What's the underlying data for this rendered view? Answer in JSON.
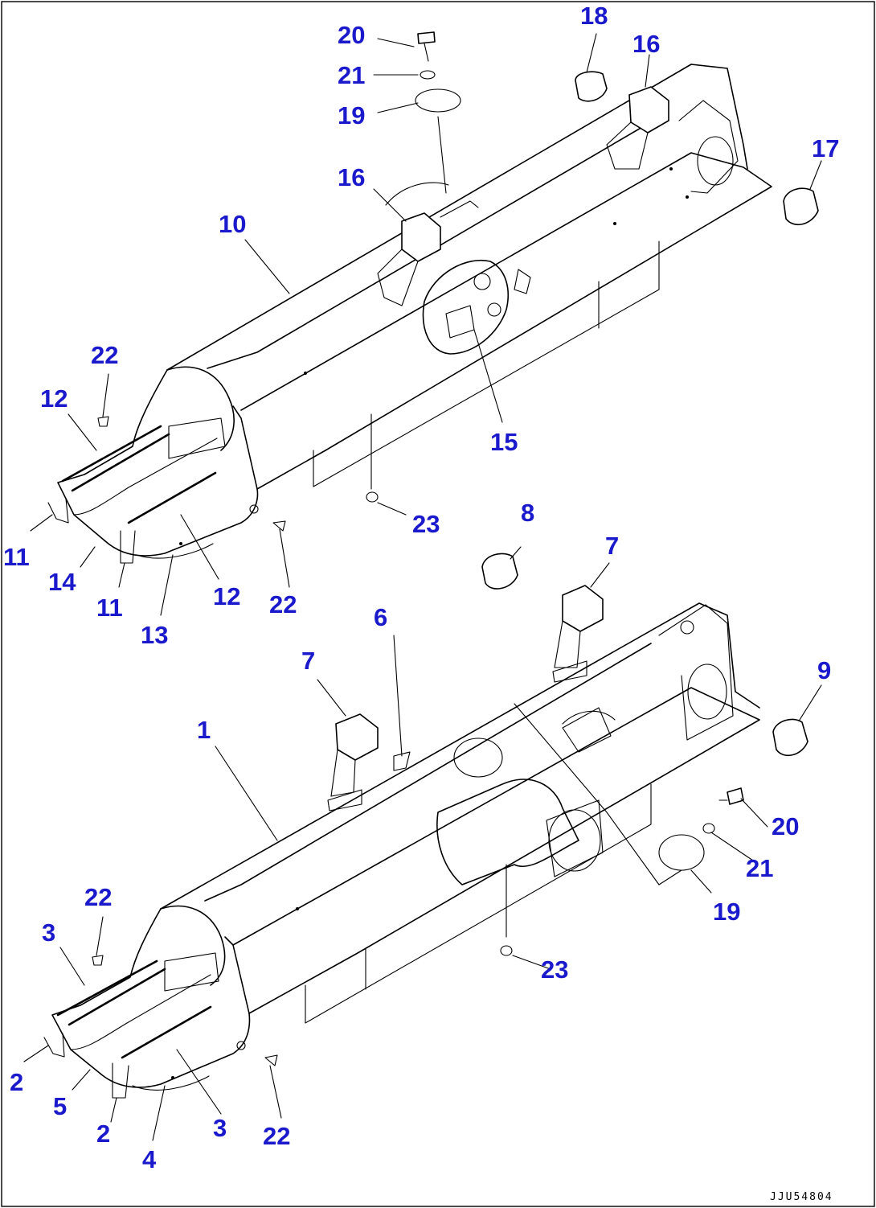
{
  "diagram": {
    "label_color": "#1a1acc",
    "line_color": "#000000",
    "drawing_code": "JJU54804",
    "callouts": [
      {
        "id": "upper-20",
        "text": "20"
      },
      {
        "id": "upper-21",
        "text": "21"
      },
      {
        "id": "upper-19",
        "text": "19"
      },
      {
        "id": "upper-18",
        "text": "18"
      },
      {
        "id": "upper-16a",
        "text": "16"
      },
      {
        "id": "upper-16b",
        "text": "16"
      },
      {
        "id": "upper-17",
        "text": "17"
      },
      {
        "id": "upper-10",
        "text": "10"
      },
      {
        "id": "upper-15",
        "text": "15"
      },
      {
        "id": "upper-22a",
        "text": "22"
      },
      {
        "id": "upper-12a",
        "text": "12"
      },
      {
        "id": "upper-23",
        "text": "23"
      },
      {
        "id": "upper-11a",
        "text": "11"
      },
      {
        "id": "upper-14",
        "text": "14"
      },
      {
        "id": "upper-11b",
        "text": "11"
      },
      {
        "id": "upper-12b",
        "text": "12"
      },
      {
        "id": "upper-22b",
        "text": "22"
      },
      {
        "id": "upper-13",
        "text": "13"
      },
      {
        "id": "lower-8",
        "text": "8"
      },
      {
        "id": "lower-7a",
        "text": "7"
      },
      {
        "id": "lower-6",
        "text": "6"
      },
      {
        "id": "lower-7b",
        "text": "7"
      },
      {
        "id": "lower-9",
        "text": "9"
      },
      {
        "id": "lower-1",
        "text": "1"
      },
      {
        "id": "lower-20",
        "text": "20"
      },
      {
        "id": "lower-21",
        "text": "21"
      },
      {
        "id": "lower-19",
        "text": "19"
      },
      {
        "id": "lower-22a",
        "text": "22"
      },
      {
        "id": "lower-3a",
        "text": "3"
      },
      {
        "id": "lower-23",
        "text": "23"
      },
      {
        "id": "lower-2a",
        "text": "2"
      },
      {
        "id": "lower-5",
        "text": "5"
      },
      {
        "id": "lower-2b",
        "text": "2"
      },
      {
        "id": "lower-3b",
        "text": "3"
      },
      {
        "id": "lower-22b",
        "text": "22"
      },
      {
        "id": "lower-4",
        "text": "4"
      }
    ]
  }
}
